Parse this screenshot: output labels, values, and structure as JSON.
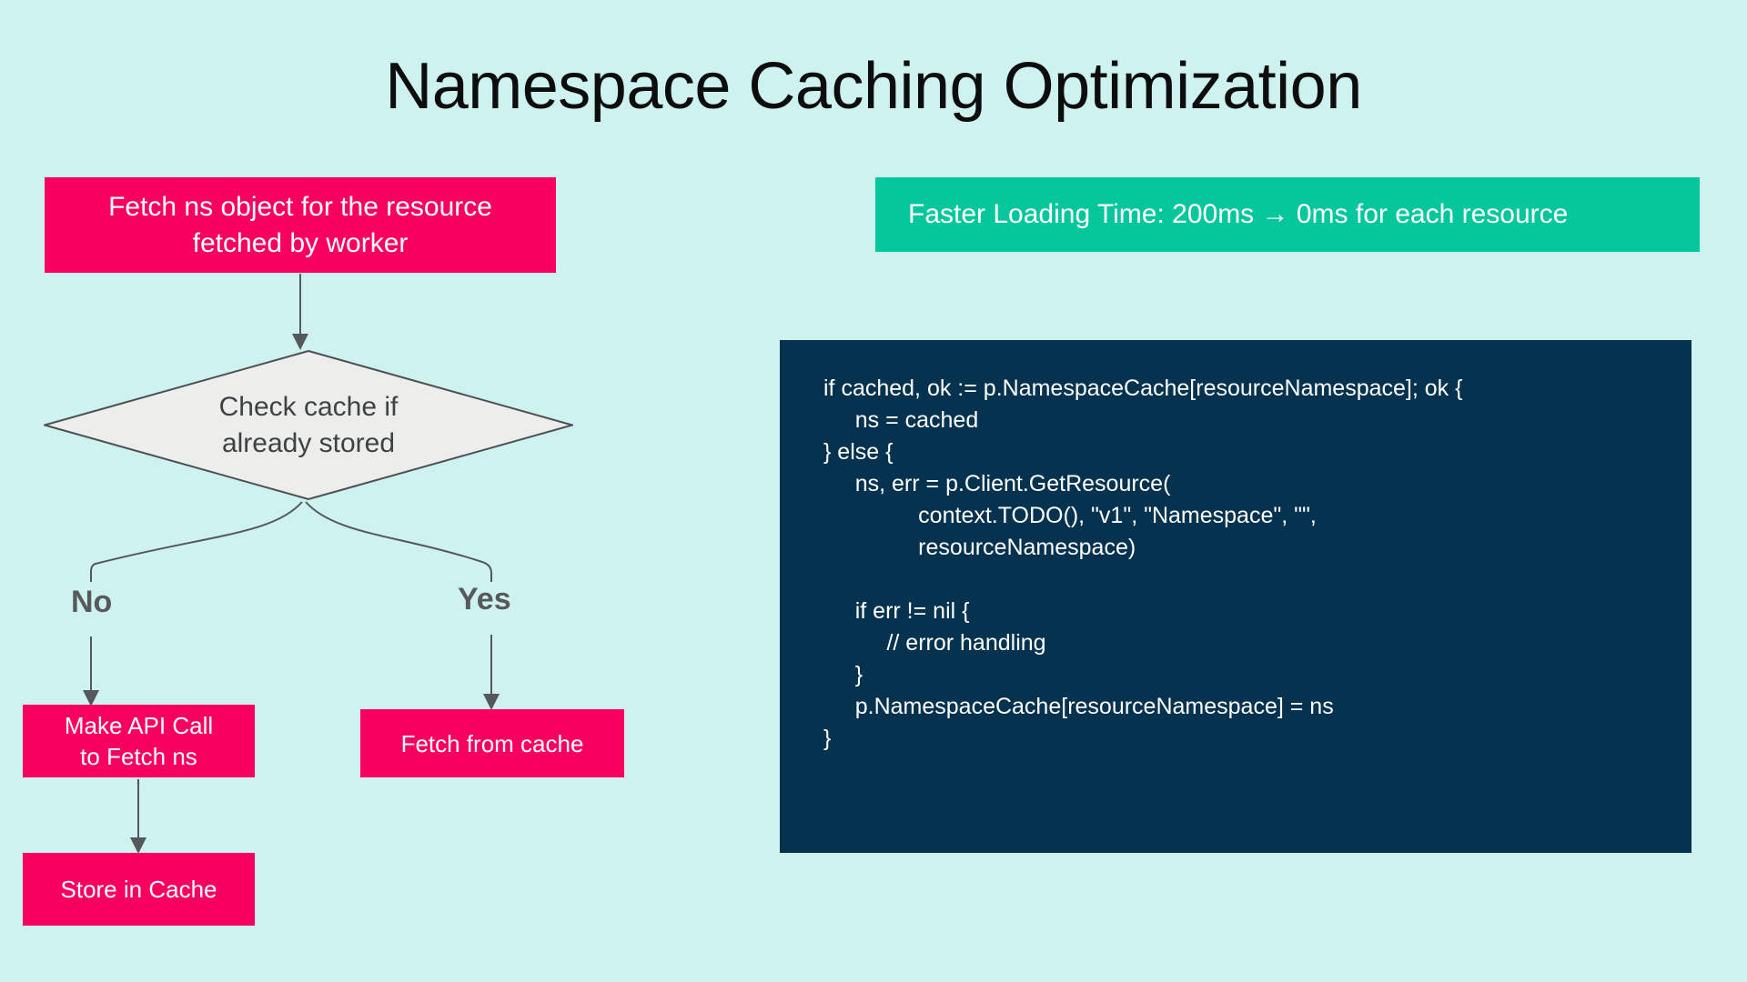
{
  "slide": {
    "title": "Namespace Caching Optimization",
    "background_color": "#cdf2ef"
  },
  "colors": {
    "background": "#cdf2ef",
    "pink_node": "#f7005f",
    "decision_fill": "#ededec",
    "decision_stroke": "#4c5052",
    "connector": "#55585a",
    "banner_green": "#06c79b",
    "code_background": "#04324f",
    "title_text": "#0d0d0d",
    "branch_label_text": "#57595b",
    "decision_text": "#3d4245",
    "node_text": "#ffffff"
  },
  "flowchart": {
    "nodes": [
      {
        "id": "fetch-ns",
        "shape": "rect",
        "label": "Fetch ns object for the resource\nfetched by worker"
      },
      {
        "id": "decision",
        "shape": "diamond",
        "label": "Check cache  if\nalready stored"
      },
      {
        "id": "make-api",
        "shape": "rect",
        "label": "Make API Call\nto Fetch ns"
      },
      {
        "id": "fetch-cache",
        "shape": "rect",
        "label": "Fetch from cache"
      },
      {
        "id": "store-cache",
        "shape": "rect",
        "label": "Store in Cache"
      }
    ],
    "branch_labels": {
      "no": "No",
      "yes": "Yes"
    }
  },
  "banner": {
    "text": "Faster Loading Time: 200ms → 0ms for each resource"
  },
  "code": {
    "language": "go",
    "text": "if cached, ok := p.NamespaceCache[resourceNamespace]; ok {\n     ns = cached\n} else {\n     ns, err = p.Client.GetResource(\n               context.TODO(), \"v1\", \"Namespace\", \"\",\n               resourceNamespace)\n\n     if err != nil {\n          // error handling\n     }\n     p.NamespaceCache[resourceNamespace] = ns\n}"
  }
}
